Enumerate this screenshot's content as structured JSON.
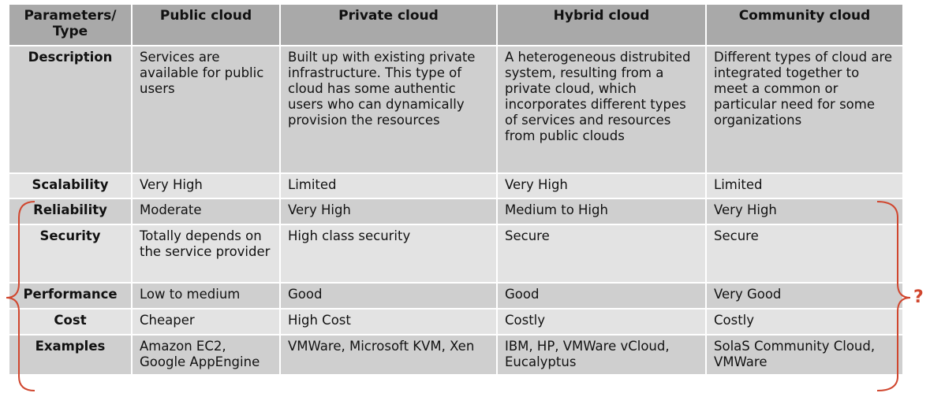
{
  "headers": [
    "Parameters/\nType",
    "Public cloud",
    "Private cloud",
    "Hybrid cloud",
    "Community cloud"
  ],
  "rows": [
    {
      "param": "Description",
      "values": [
        "Services are available for public users",
        "Built up with existing private infrastructure. This type of cloud has some authentic users who can dynamically provision the resources",
        "A heterogeneous distrubited system, resulting from a private cloud, which incorporates different types of services and resources from public clouds",
        "Different types of cloud are integrated together to meet a common or particular need for some organizations"
      ]
    },
    {
      "param": "Scalability",
      "values": [
        "Very High",
        "Limited",
        "Very High",
        "Limited"
      ]
    },
    {
      "param": "Reliability",
      "values": [
        "Moderate",
        "Very High",
        "Medium to High",
        "Very High"
      ]
    },
    {
      "param": "Security",
      "values": [
        "Totally depends on the service provider",
        "High class security",
        "Secure",
        "Secure"
      ]
    },
    {
      "param": "Performance",
      "values": [
        "Low to medium",
        "Good",
        "Good",
        "Very Good"
      ]
    },
    {
      "param": "Cost",
      "values": [
        "Cheaper",
        "High Cost",
        "Costly",
        "Costly"
      ]
    },
    {
      "param": "Examples",
      "values": [
        "Amazon EC2, Google AppEngine",
        "VMWare, Microsoft KVM, Xen",
        "IBM, HP, VMWare vCloud, Eucalyptus",
        "SolaS Community Cloud, VMWare"
      ]
    }
  ],
  "annotation": {
    "question_mark": "?",
    "color": "#d0462e"
  },
  "colors": {
    "header": "#a9a9a9",
    "row_dark": "#cfcfcf",
    "row_light": "#e3e3e3"
  }
}
